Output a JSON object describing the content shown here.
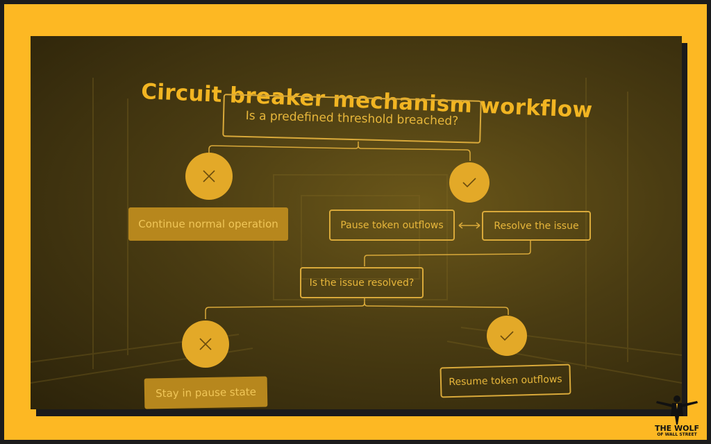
{
  "title": "Circuit breaker mechanism workflow",
  "nodes": {
    "threshold_question": "Is a predefined threshold breached?",
    "continue_normal": "Continue normal operation",
    "pause_outflows": "Pause token outflows",
    "resolve_issue": "Resolve the issue",
    "resolved_question": "Is the issue resolved?",
    "stay_paused": "Stay in pause state",
    "resume_outflows": "Resume token outflows"
  },
  "icons": {
    "no": "x-circle-icon",
    "yes": "check-circle-icon",
    "bidirectional": "double-arrow-icon"
  },
  "colors": {
    "frame": "#fdb823",
    "accent": "#e3a928",
    "text": "#e8b73b"
  },
  "logo": {
    "line1": "THE WOLF",
    "line2": "OF WALL STREET"
  }
}
